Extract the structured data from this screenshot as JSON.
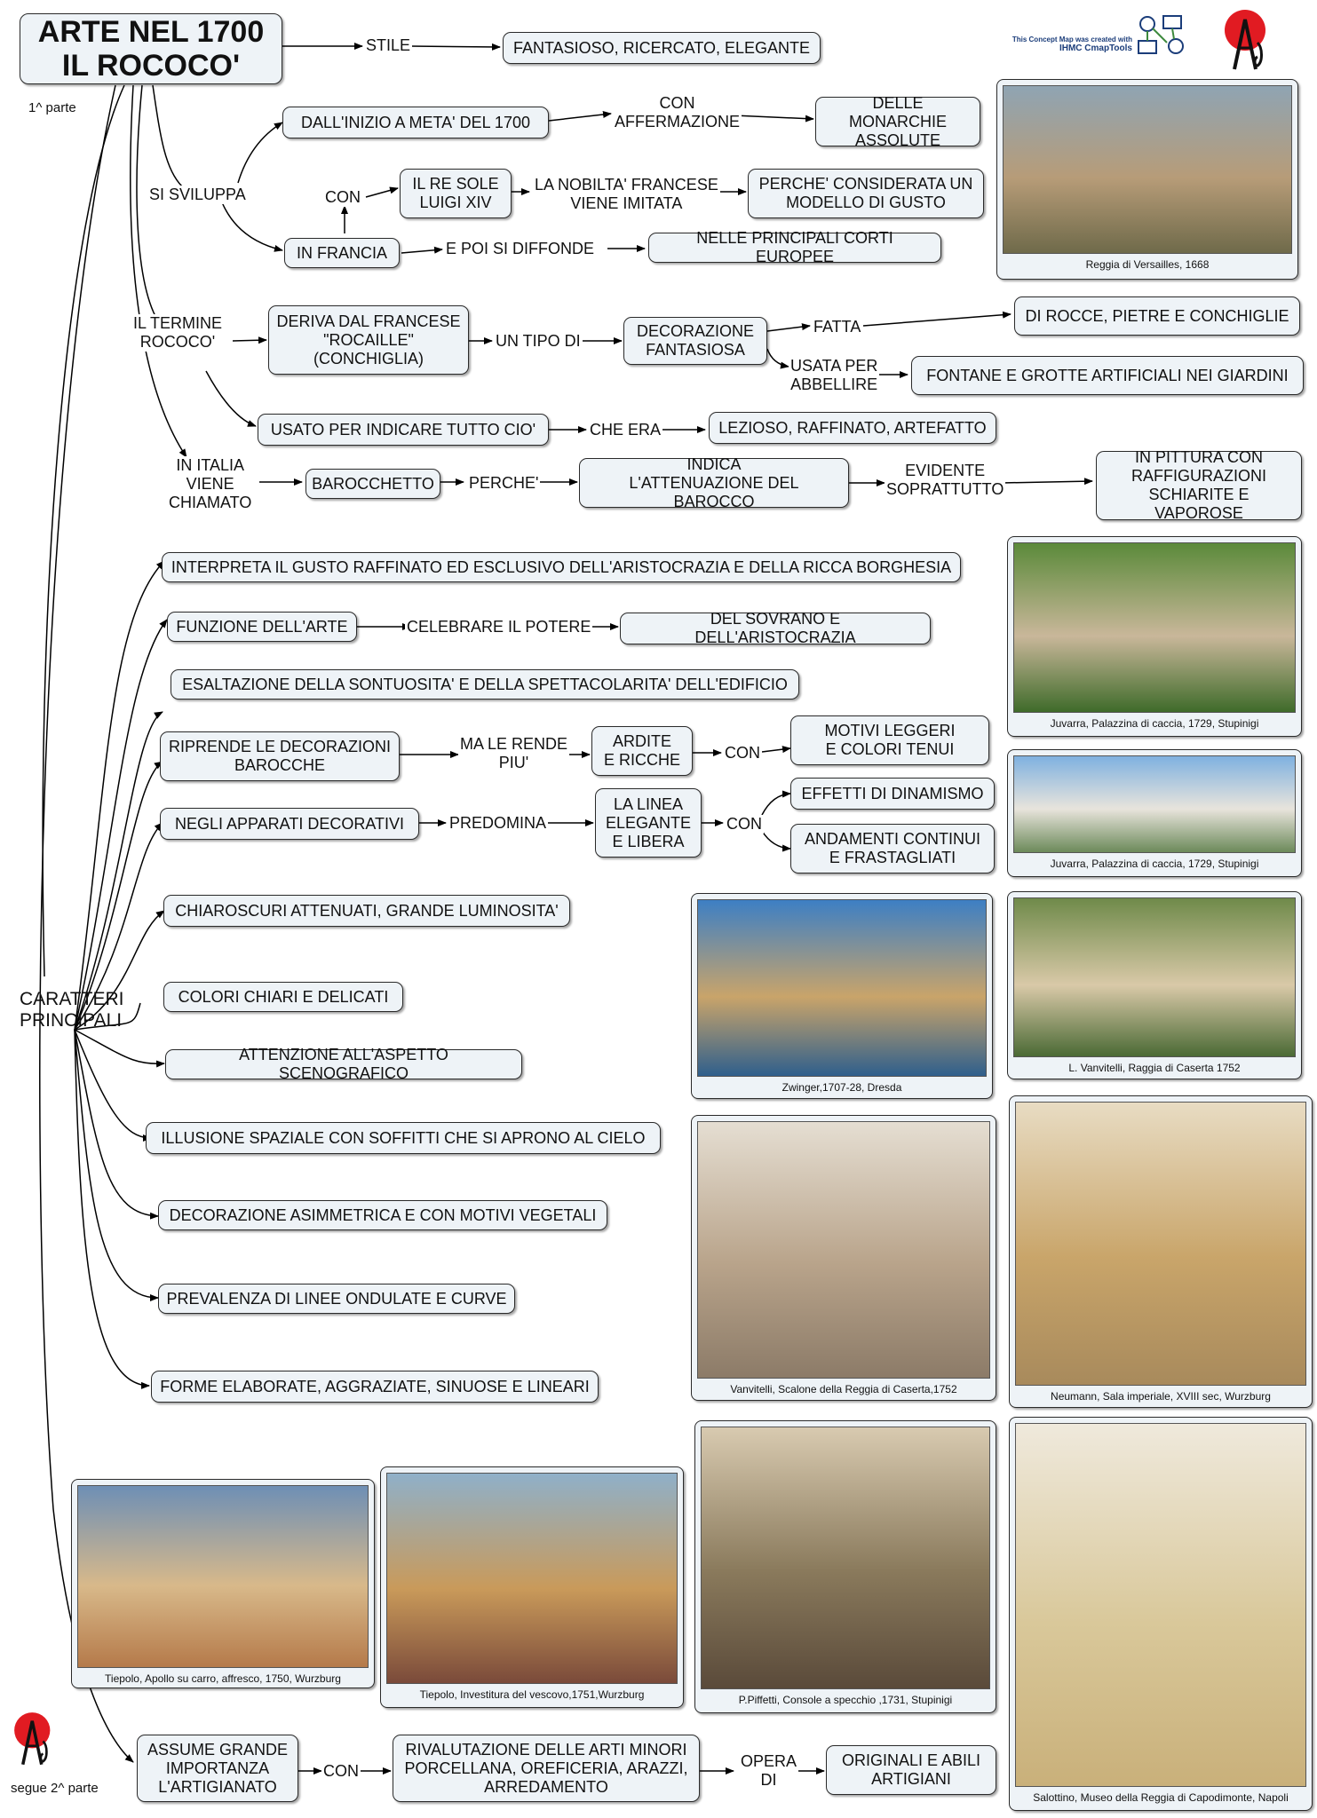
{
  "title": "ARTE NEL 1700\nIL ROCOCO'",
  "part_note": "1^ parte",
  "next_note": "segue 2^ parte",
  "credit": {
    "line1": "This Concept Map was created with",
    "line2": "IHMC CmapTools"
  },
  "colors": {
    "node_fill": "#eef3f7",
    "border": "#2a2a2a",
    "logo_red": "#e11b22"
  },
  "icons": {
    "logo": "author-logo-icon",
    "cmap": "cmaptools-icon"
  },
  "top": {
    "stile": "STILE",
    "stile_desc": "FANTASIOSO, RICERCATO,  ELEGANTE",
    "si_sviluppa": "SI SVILUPPA",
    "dall_inizio": "DALL'INIZIO A META' DEL 1700",
    "con_affermazione": "CON\nAFFERMAZIONE",
    "monarchie": "DELLE MONARCHIE\nASSOLUTE",
    "con": "CON",
    "re_sole": "IL RE SOLE\nLUIGI XIV",
    "nobilta": "LA NOBILTA' FRANCESE\nVIENE IMITATA",
    "modello": "PERCHE' CONSIDERATA UN\nMODELLO DI GUSTO",
    "in_francia": "IN FRANCIA",
    "e_poi": "E POI SI DIFFONDE",
    "corti": "NELLE PRINCIPALI CORTI EUROPEE",
    "termine": "IL TERMINE\nROCOCO'",
    "deriva": "DERIVA DAL FRANCESE\n\"ROCAILLE\"\n(CONCHIGLIA)",
    "un_tipo": "UN TIPO  DI",
    "decorazione": "DECORAZIONE\nFANTASIOSA",
    "fatta": "FATTA",
    "rocce": "DI ROCCE, PIETRE  E CONCHIGLIE",
    "usata": "USATA PER\nABBELLIRE",
    "fontane": "FONTANE E GROTTE ARTIFICIALI  NEI GIARDINI",
    "usato": "USATO PER INDICARE TUTTO CIO'",
    "che_era": "CHE ERA",
    "lezioso": "LEZIOSO, RAFFINATO, ARTEFATTO",
    "in_italia": "IN ITALIA\nVIENE\nCHIAMATO",
    "barocchetto": "BAROCCHETTO",
    "perche": "PERCHE'",
    "indica": "INDICA\nL'ATTENUAZIONE DEL BAROCCO",
    "evidente": "EVIDENTE\nSOPRATTUTTO",
    "pittura": "IN PITTURA CON\nRAFFIGURAZIONI\nSCHIARITE E VAPOROSE"
  },
  "caratteri": {
    "label": "CARATTERI\nPRINCIPALI",
    "interpreta": "INTERPRETA IL GUSTO RAFFINATO ED ESCLUSIVO DELL'ARISTOCRAZIA E DELLA RICCA BORGHESIA",
    "funzione": "FUNZIONE DELL'ARTE",
    "celebrare": "CELEBRARE IL POTERE",
    "sovrano": "DEL SOVRANO E DELL'ARISTOCRAZIA",
    "esaltazione": "ESALTAZIONE DELLA SONTUOSITA' E DELLA SPETTACOLARITA' DELL'EDIFICIO",
    "riprende": "RIPRENDE LE DECORAZIONI\nBAROCCHE",
    "ma_le_rende": "MA LE RENDE\nPIU'",
    "ardite": "ARDITE\nE RICCHE",
    "con1": "CON",
    "motivi": "MOTIVI LEGGERI\nE COLORI TENUI",
    "apparati": "NEGLI APPARATI DECORATIVI",
    "predomina": "PREDOMINA",
    "linea": "LA LINEA\nELEGANTE\nE LIBERA",
    "con2": "CON",
    "effetti": "EFFETTI DI DINAMISMO",
    "andamenti": "ANDAMENTI CONTINUI\nE FRASTAGLIATI",
    "chiaroscuri": "CHIAROSCURI ATTENUATI, GRANDE LUMINOSITA'",
    "colori": "COLORI CHIARI E DELICATI",
    "scenografico": "ATTENZIONE ALL'ASPETTO SCENOGRAFICO",
    "illusione": "ILLUSIONE SPAZIALE CON SOFFITTI CHE SI APRONO AL CIELO",
    "asimmetrica": "DECORAZIONE ASIMMETRICA E CON MOTIVI VEGETALI",
    "ondulate": "PREVALENZA DI LINEE ONDULATE E CURVE",
    "forme": "FORME ELABORATE, AGGRAZIATE, SINUOSE E LINEARI"
  },
  "bottom": {
    "artigianato": "ASSUME GRANDE\nIMPORTANZA\nL'ARTIGIANATO",
    "con": "CON",
    "arti_minori": "RIVALUTAZIONE DELLE ARTI MINORI\nPORCELLANA, OREFICERIA, ARAZZI,\nARREDAMENTO",
    "opera_di": "OPERA\nDI",
    "artigiani": "ORIGINALI E ABILI\nARTIGIANI"
  },
  "images": [
    {
      "caption": "Reggia di Versailles, 1668",
      "palette": [
        "#8fa4b3",
        "#b79c78",
        "#6f6a4a"
      ]
    },
    {
      "caption": "Juvarra, Palazzina di caccia, 1729, Stupinigi",
      "palette": [
        "#5b8a3a",
        "#c9b79a",
        "#3f6b2a"
      ]
    },
    {
      "caption": "Juvarra, Palazzina di caccia, 1729, Stupinigi",
      "palette": [
        "#7fb1e0",
        "#e8e4dc",
        "#6c8a5a"
      ]
    },
    {
      "caption": "Zwinger,1707-28, Dresda",
      "palette": [
        "#3d7fc4",
        "#c9a46a",
        "#2f5f8c"
      ]
    },
    {
      "caption": "L. Vanvitelli, Raggia di Caserta 1752",
      "palette": [
        "#6f8a4a",
        "#d9c9a8",
        "#4b6a35"
      ]
    },
    {
      "caption": "Vanvitelli, Scalone della Reggia di Caserta,1752",
      "palette": [
        "#e5ded2",
        "#b9a48b",
        "#8c7b68"
      ]
    },
    {
      "caption": "Neumann, Sala imperiale, XVIII sec, Wurzburg",
      "palette": [
        "#e8dcc3",
        "#c9a56a",
        "#a88a5c"
      ]
    },
    {
      "caption": "Tiepolo, Apollo su carro, affresco, 1750, Wurzburg",
      "palette": [
        "#6e8fb5",
        "#d8b98a",
        "#b57a4a"
      ]
    },
    {
      "caption": "Tiepolo, Investitura del vescovo,1751,Wurzburg",
      "palette": [
        "#8fb0c9",
        "#c99a5a",
        "#7a4a3a"
      ]
    },
    {
      "caption": "P.Piffetti, Console a specchio ,1731, Stupinigi",
      "palette": [
        "#d8cab0",
        "#8a7a5c",
        "#5a4a3a"
      ]
    },
    {
      "caption": "Salottino, Museo della Reggia di Capodimonte, Napoli",
      "palette": [
        "#efe9dc",
        "#d9c89a",
        "#c9b07a"
      ]
    }
  ]
}
